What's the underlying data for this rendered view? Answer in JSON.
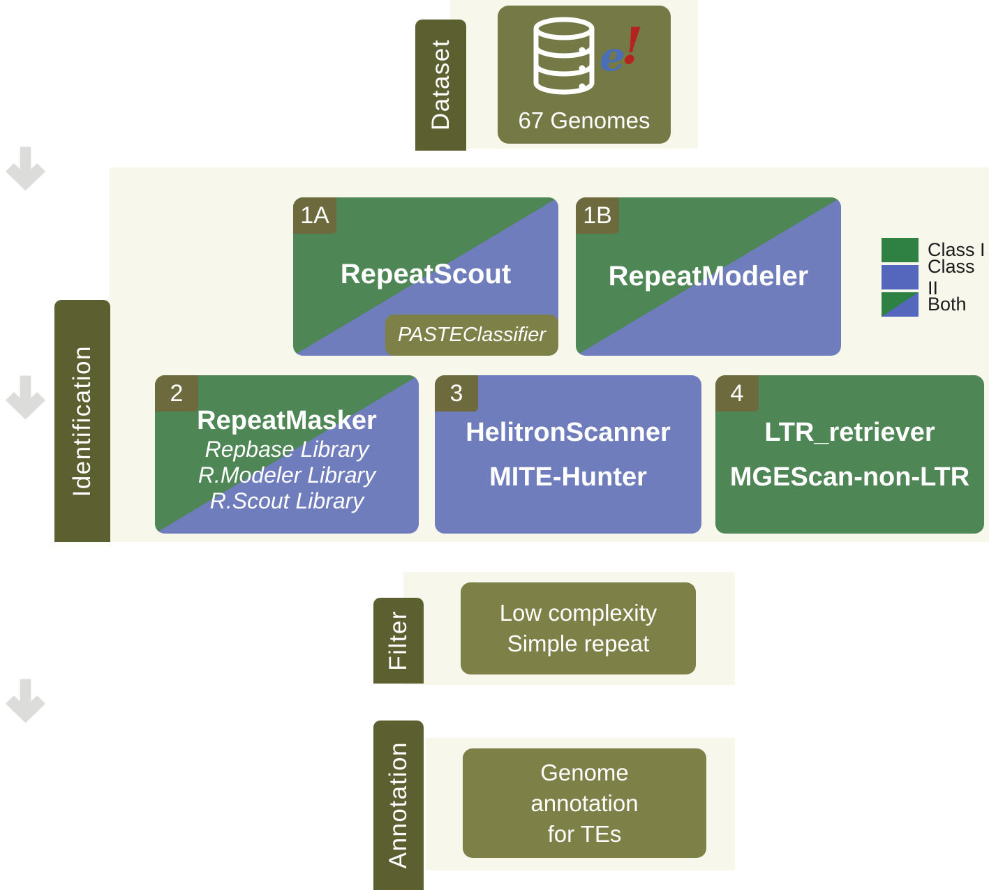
{
  "palette": {
    "olive_label": "#5c5f30",
    "olive_badge": "#6d6a3e",
    "olive_box": "#7d8148",
    "olive_dataset": "#747946",
    "box_green": "#4e8656",
    "box_blue": "#6f7dbd",
    "legend_green": "#2f8143",
    "legend_blue": "#5567bd",
    "panel_cream": "#f8f7ec",
    "arrow_gray": "#dcdcda",
    "ensembl_blue": "#4a6fb8",
    "ensembl_red": "#b5231f",
    "text_white": "#ffffff",
    "legend_text": "#1b1b1b"
  },
  "icons": {
    "database": "database-icon",
    "down_arrow": "down-arrow-icon",
    "ensembl": "ensembl-e-logo"
  },
  "dataset": {
    "label": "Dataset",
    "genomes": "67 Genomes",
    "logo_e": "e",
    "logo_bang": "!"
  },
  "identification": {
    "label": "Identification"
  },
  "tools": {
    "t1a": {
      "badge": "1A",
      "name": "RepeatScout",
      "sub": "PASTEClassifier",
      "class": "both"
    },
    "t1b": {
      "badge": "1B",
      "name": "RepeatModeler",
      "class": "both"
    },
    "t2": {
      "badge": "2",
      "name": "RepeatMasker",
      "lib1": "Repbase Library",
      "lib2": "R.Modeler Library",
      "lib3": "R.Scout Library",
      "class": "both"
    },
    "t3": {
      "badge": "3",
      "line1": "HelitronScanner",
      "line2": "MITE-Hunter",
      "class": "class2"
    },
    "t4": {
      "badge": "4",
      "line1": "LTR_retriever",
      "line2": "MGEScan-non-LTR",
      "class": "class1"
    }
  },
  "legend": {
    "items": [
      {
        "label": "Class I",
        "swatch": "green"
      },
      {
        "label": "Class II",
        "swatch": "blue"
      },
      {
        "label": "Both",
        "swatch": "both"
      }
    ]
  },
  "filter": {
    "label": "Filter",
    "line1": "Low complexity",
    "line2": "Simple repeat"
  },
  "annotation": {
    "label": "Annotation",
    "line1": "Genome",
    "line2": "annotation",
    "line3": "for TEs"
  }
}
